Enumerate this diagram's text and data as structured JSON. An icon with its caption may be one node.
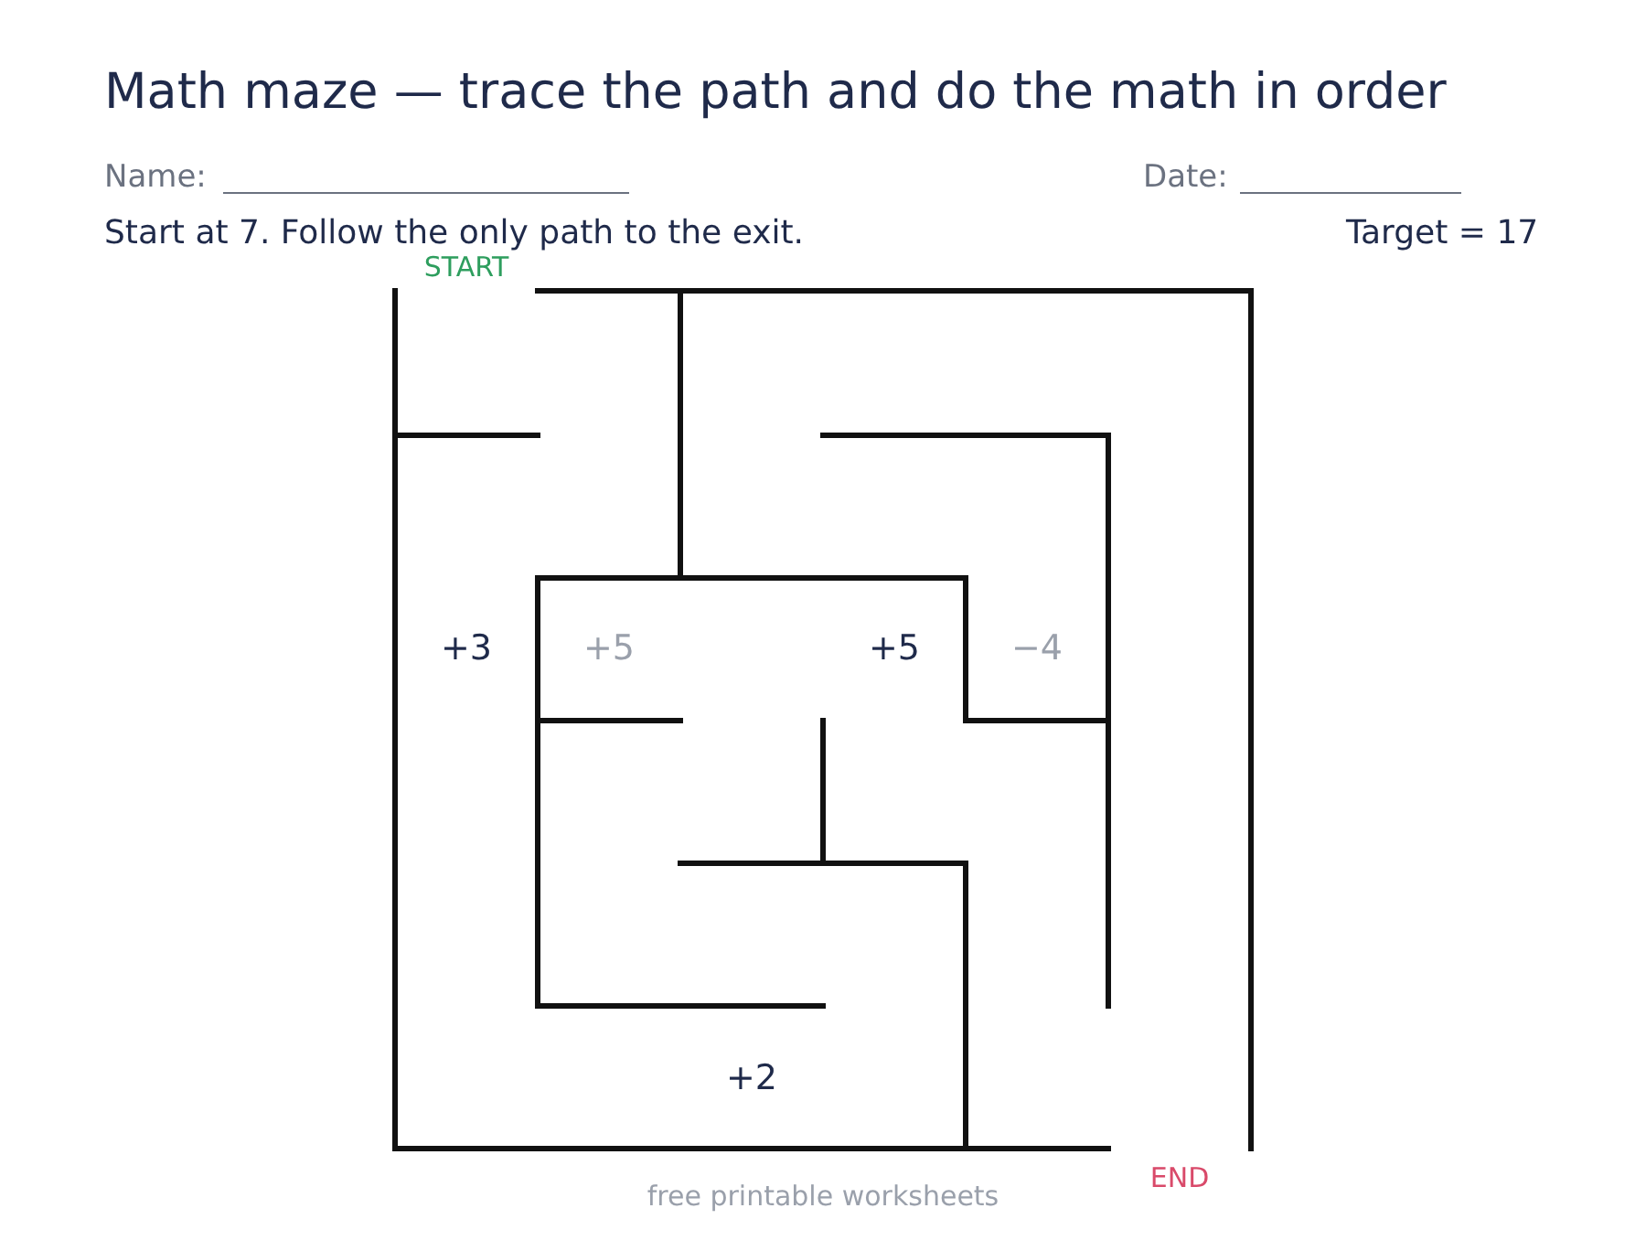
{
  "diagram": {
    "title": "Math maze — trace the path and do the math in order",
    "labels": [
      "Name:",
      "Date:",
      "Start at 7. Follow the only path to the exit.",
      "Target = 17",
      "START",
      "+3",
      "+5",
      "+5",
      "−4",
      "+2",
      "END",
      "free printable worksheets"
    ]
  }
}
